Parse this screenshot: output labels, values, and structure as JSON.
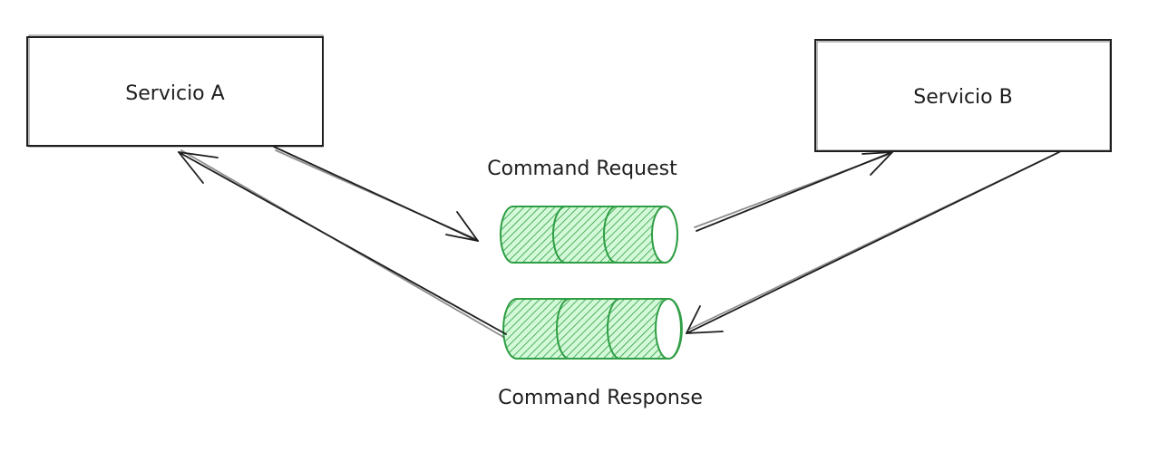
{
  "diagram": {
    "nodes": {
      "service_a": {
        "label": "Servicio A"
      },
      "service_b": {
        "label": "Servicio B"
      }
    },
    "queues": {
      "request": {
        "label": "Command Request"
      },
      "response": {
        "label": "Command Response"
      }
    }
  },
  "colors": {
    "stroke": "#1e1e1e",
    "queue_stroke": "#2f9e44",
    "queue_fill": "#b2f2bb"
  }
}
